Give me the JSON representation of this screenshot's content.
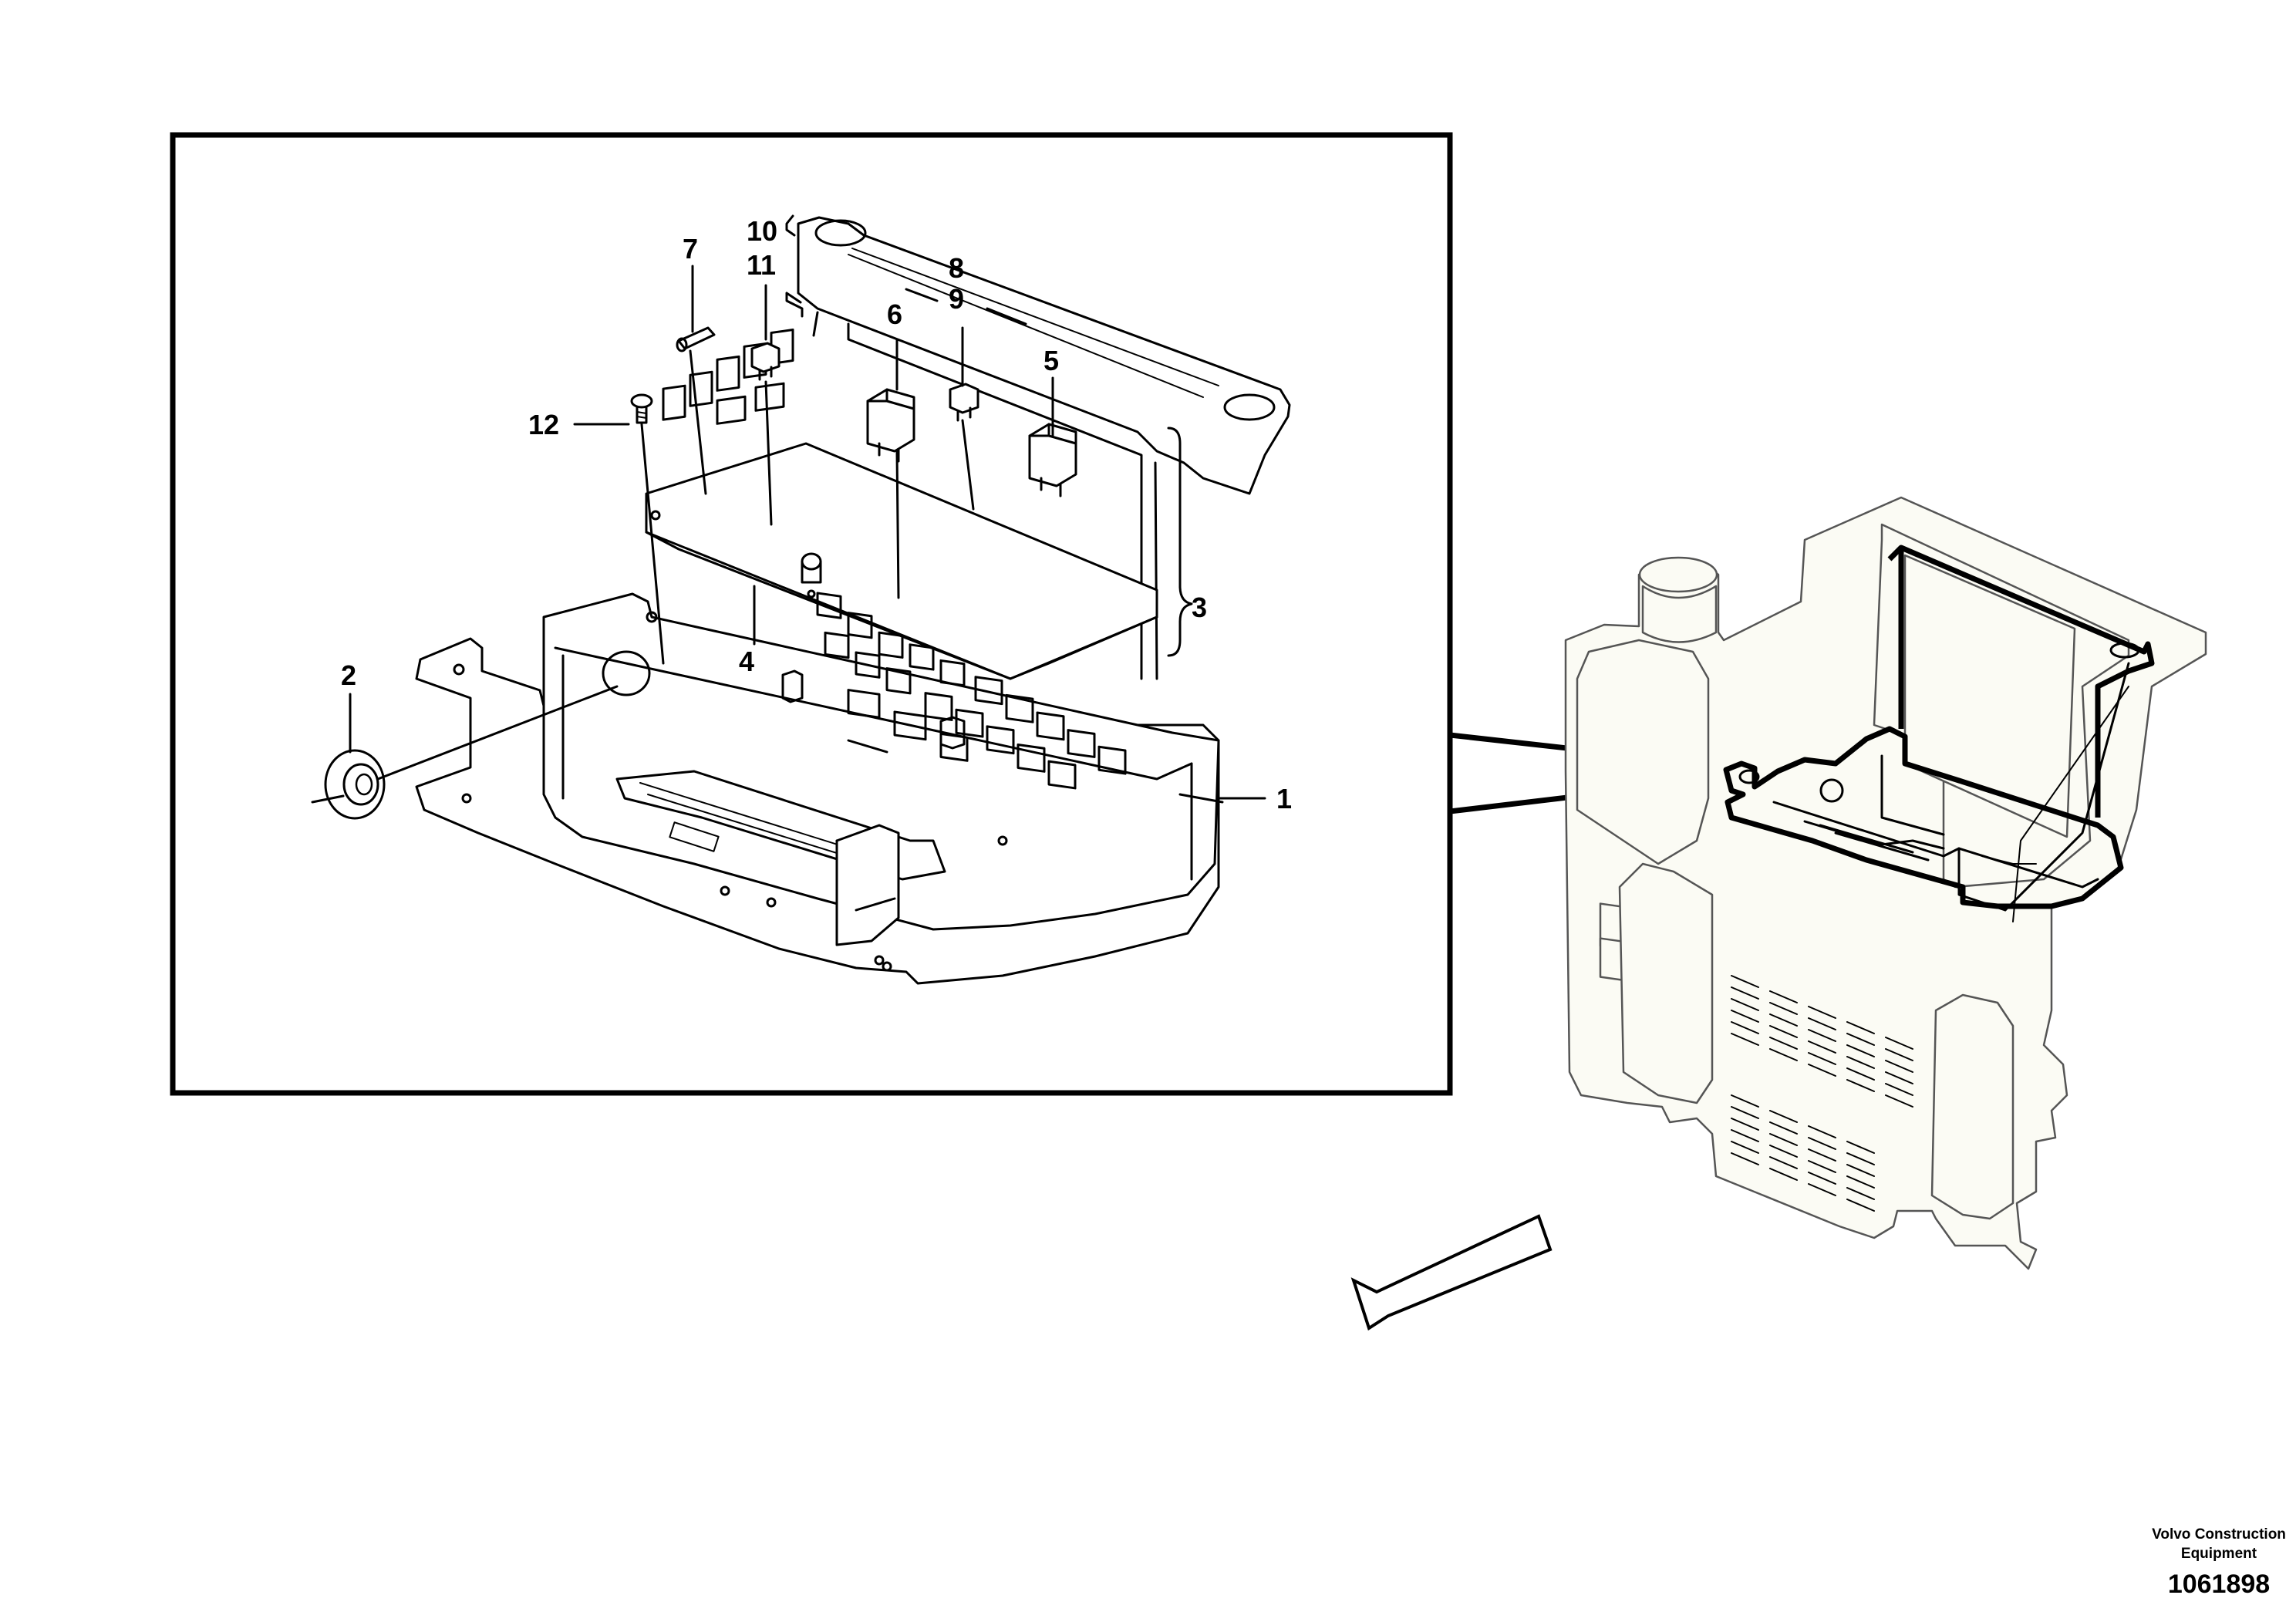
{
  "callouts": {
    "c1": "1",
    "c2": "2",
    "c3": "3",
    "c4": "4",
    "c5": "5",
    "c6": "6",
    "c7": "7",
    "c8": "8",
    "c9": "9",
    "c10": "10",
    "c11": "11",
    "c12": "12"
  },
  "credit": {
    "company_line1": "Volvo Construction",
    "company_line2": "Equipment",
    "figure_number": "1061898"
  }
}
